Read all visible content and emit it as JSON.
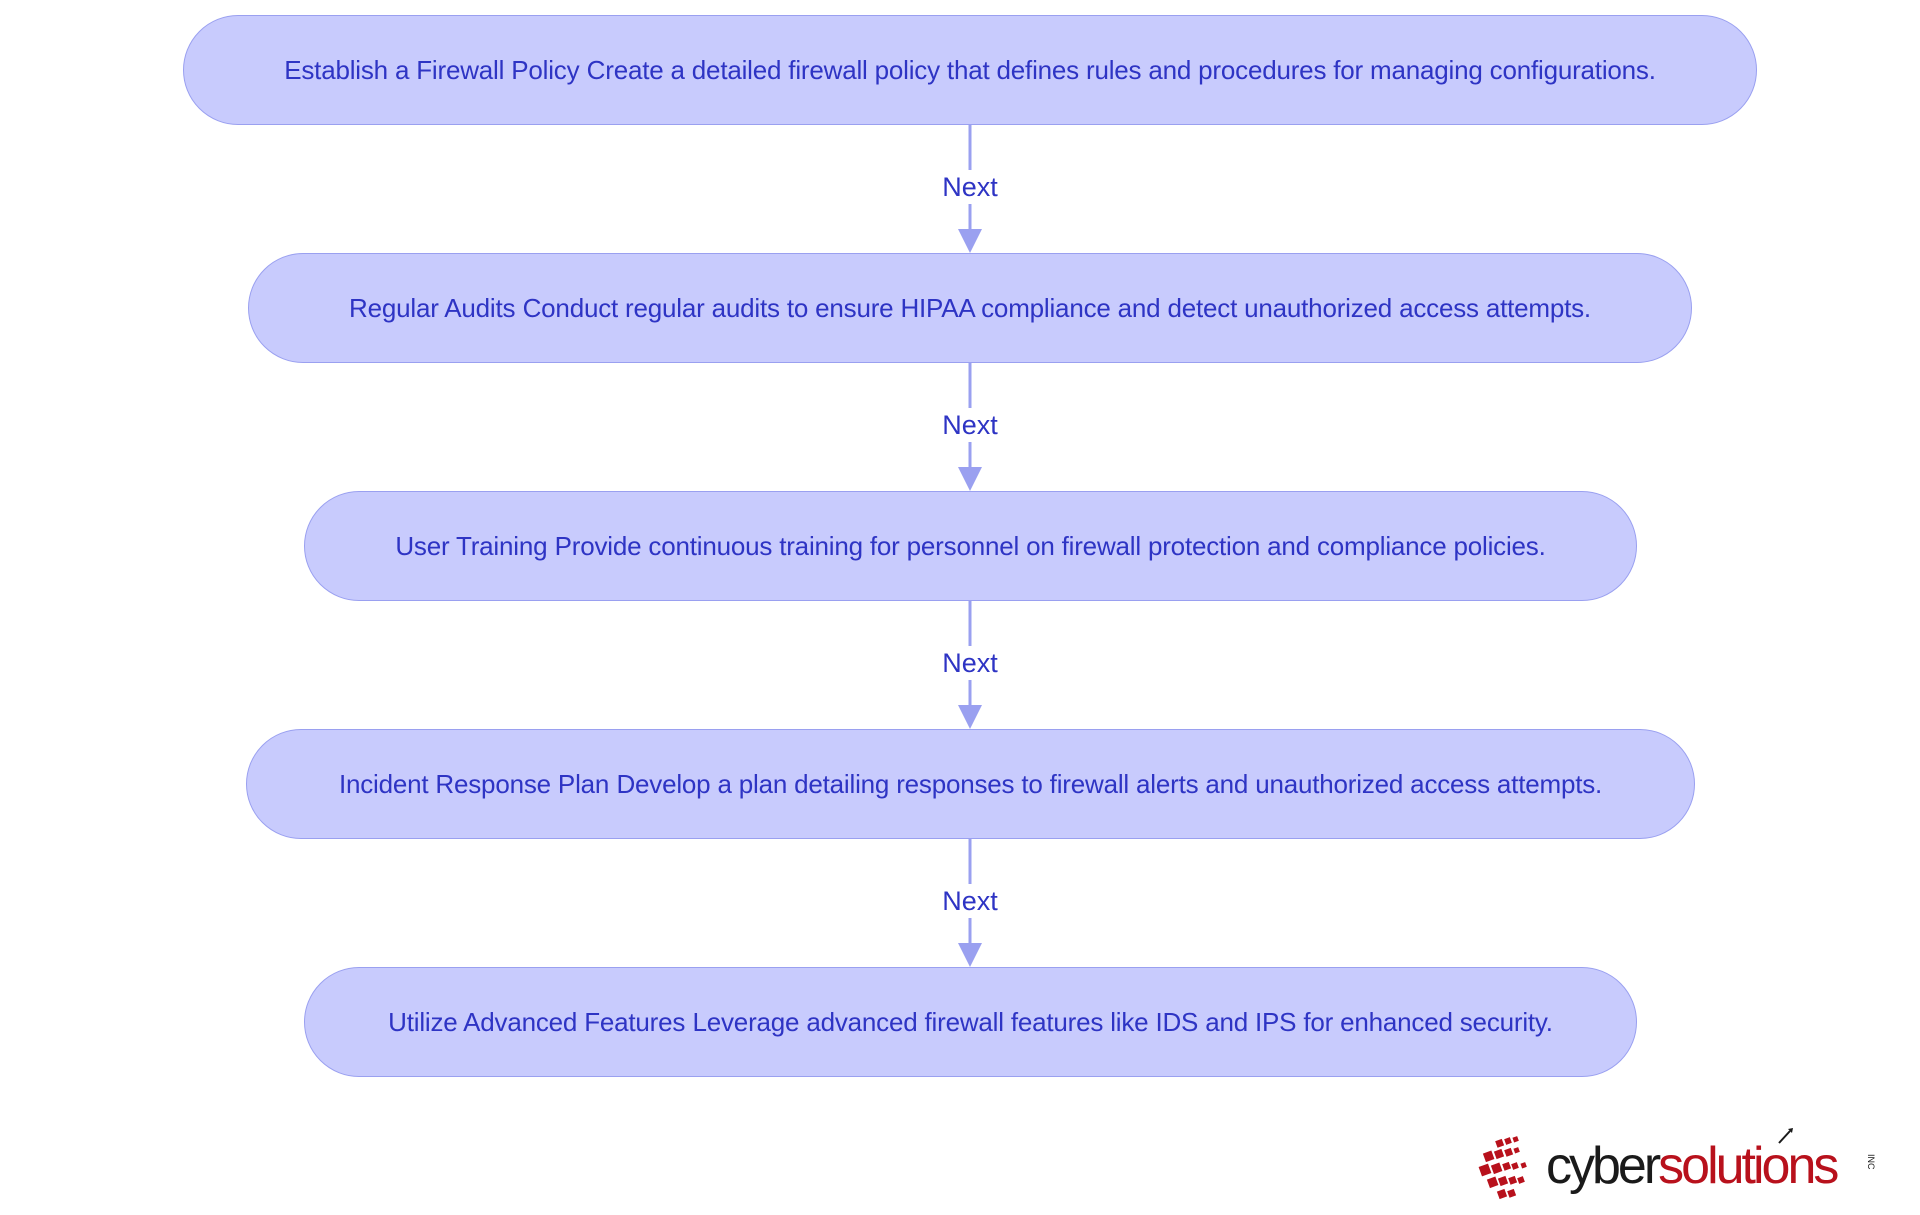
{
  "steps": [
    {
      "title": "Establish a Firewall Policy",
      "description": "Create a detailed firewall policy that defines rules and procedures for managing configurations."
    },
    {
      "title": "Regular Audits",
      "description": "Conduct regular audits to ensure HIPAA compliance and detect unauthorized access attempts."
    },
    {
      "title": "User Training",
      "description": "Provide continuous training for personnel on firewall protection and compliance policies."
    },
    {
      "title": "Incident Response Plan",
      "description": "Develop a plan detailing responses to firewall alerts and unauthorized access attempts."
    },
    {
      "title": "Utilize Advanced Features",
      "description": "Leverage advanced firewall features like IDS and IPS for enhanced security."
    }
  ],
  "edges": [
    {
      "label": "Next"
    },
    {
      "label": "Next"
    },
    {
      "label": "Next"
    },
    {
      "label": "Next"
    }
  ],
  "logo": {
    "word_dark": "cyber",
    "word_red": "solutions",
    "suffix": "INC",
    "colors": {
      "dark": "#1a1a1a",
      "red": "#b8111c"
    }
  },
  "colors": {
    "node_fill": "#c8cbfd",
    "node_stroke": "#9aa0f0",
    "text": "#2e34c4",
    "edge": "#9aa0f0"
  }
}
